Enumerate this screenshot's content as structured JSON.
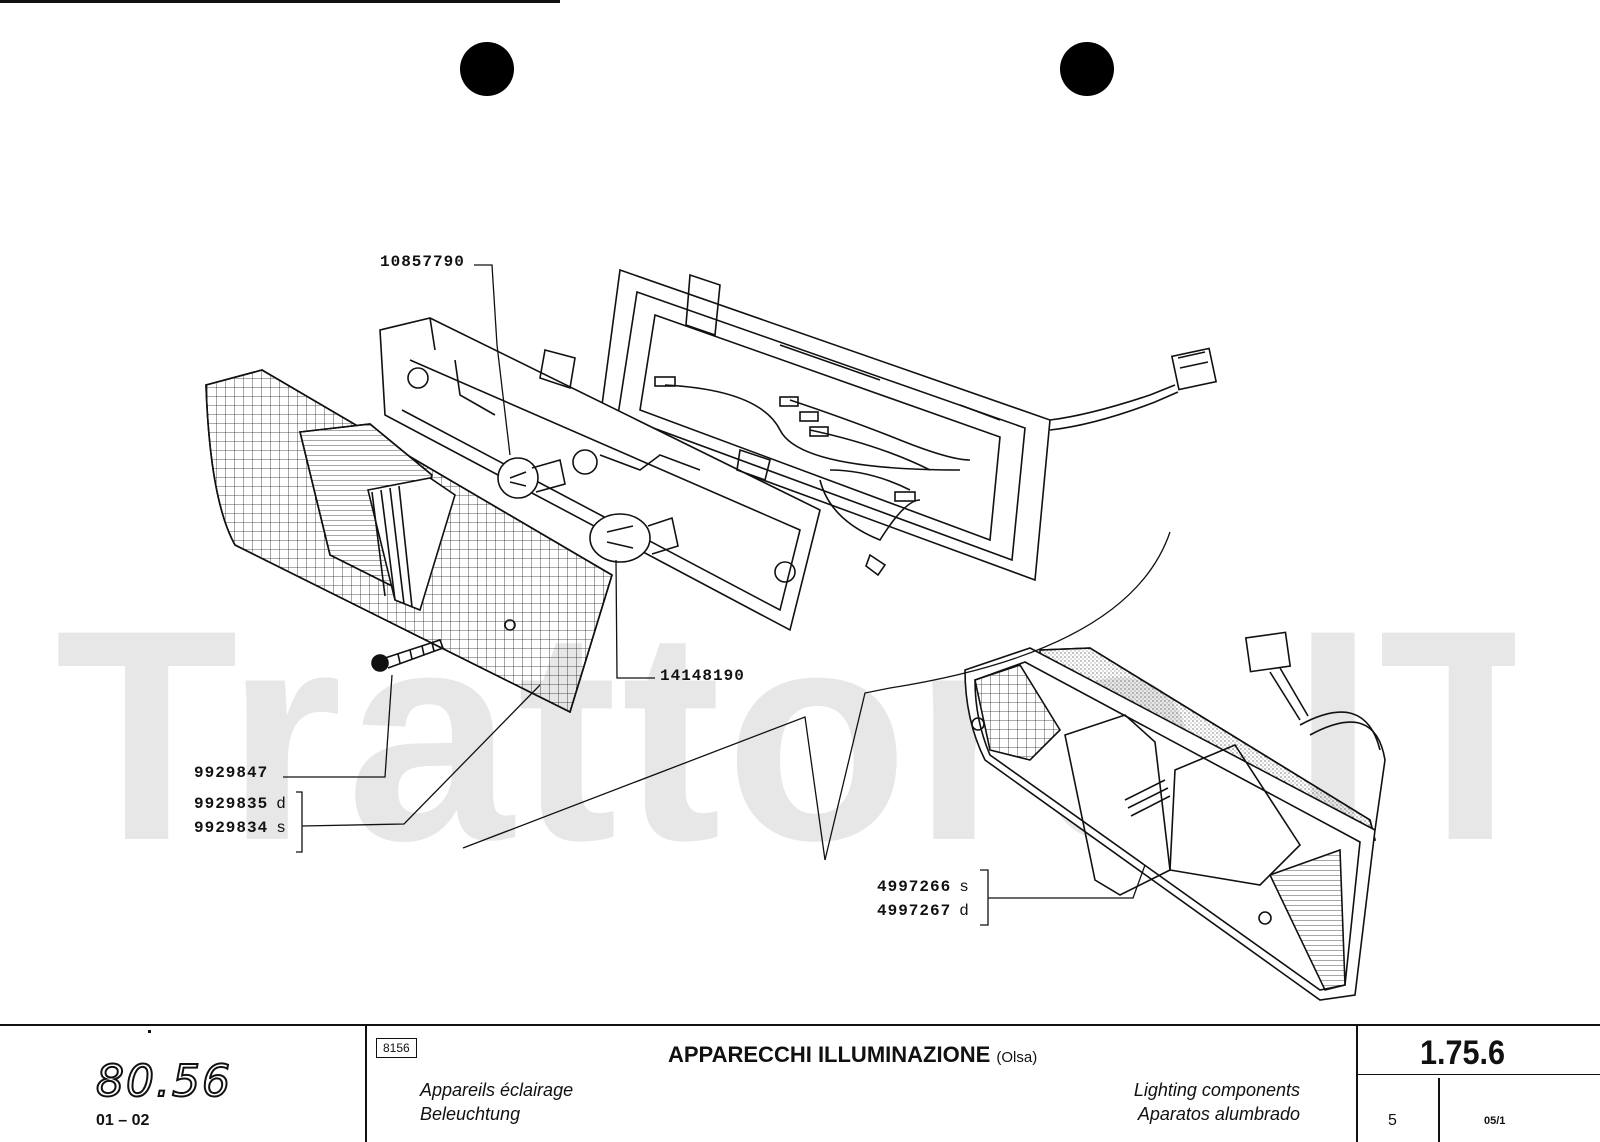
{
  "watermark": "Trattore.IT",
  "parts": {
    "bulb_small": "10857790",
    "bulb_large": "14148190",
    "screw": "9929847",
    "lens_right": "9929835",
    "lens_right_side": "d",
    "lens_left": "9929834",
    "lens_left_side": "s",
    "lamp_left": "4997266",
    "lamp_left_side": "s",
    "lamp_right": "4997267",
    "lamp_right_side": "d"
  },
  "titleblock": {
    "model": "80.56",
    "range": "01 – 02",
    "code": "8156",
    "title_it": "APPARECCHI ILLUMINAZIONE",
    "title_it_sub": "(Olsa)",
    "title_fr": "Appareils éclairage",
    "title_de": "Beleuchtung",
    "title_en": "Lighting components",
    "title_es": "Aparatos alumbrado",
    "section": "1.75.6",
    "page": "5",
    "edition": "05/1"
  }
}
